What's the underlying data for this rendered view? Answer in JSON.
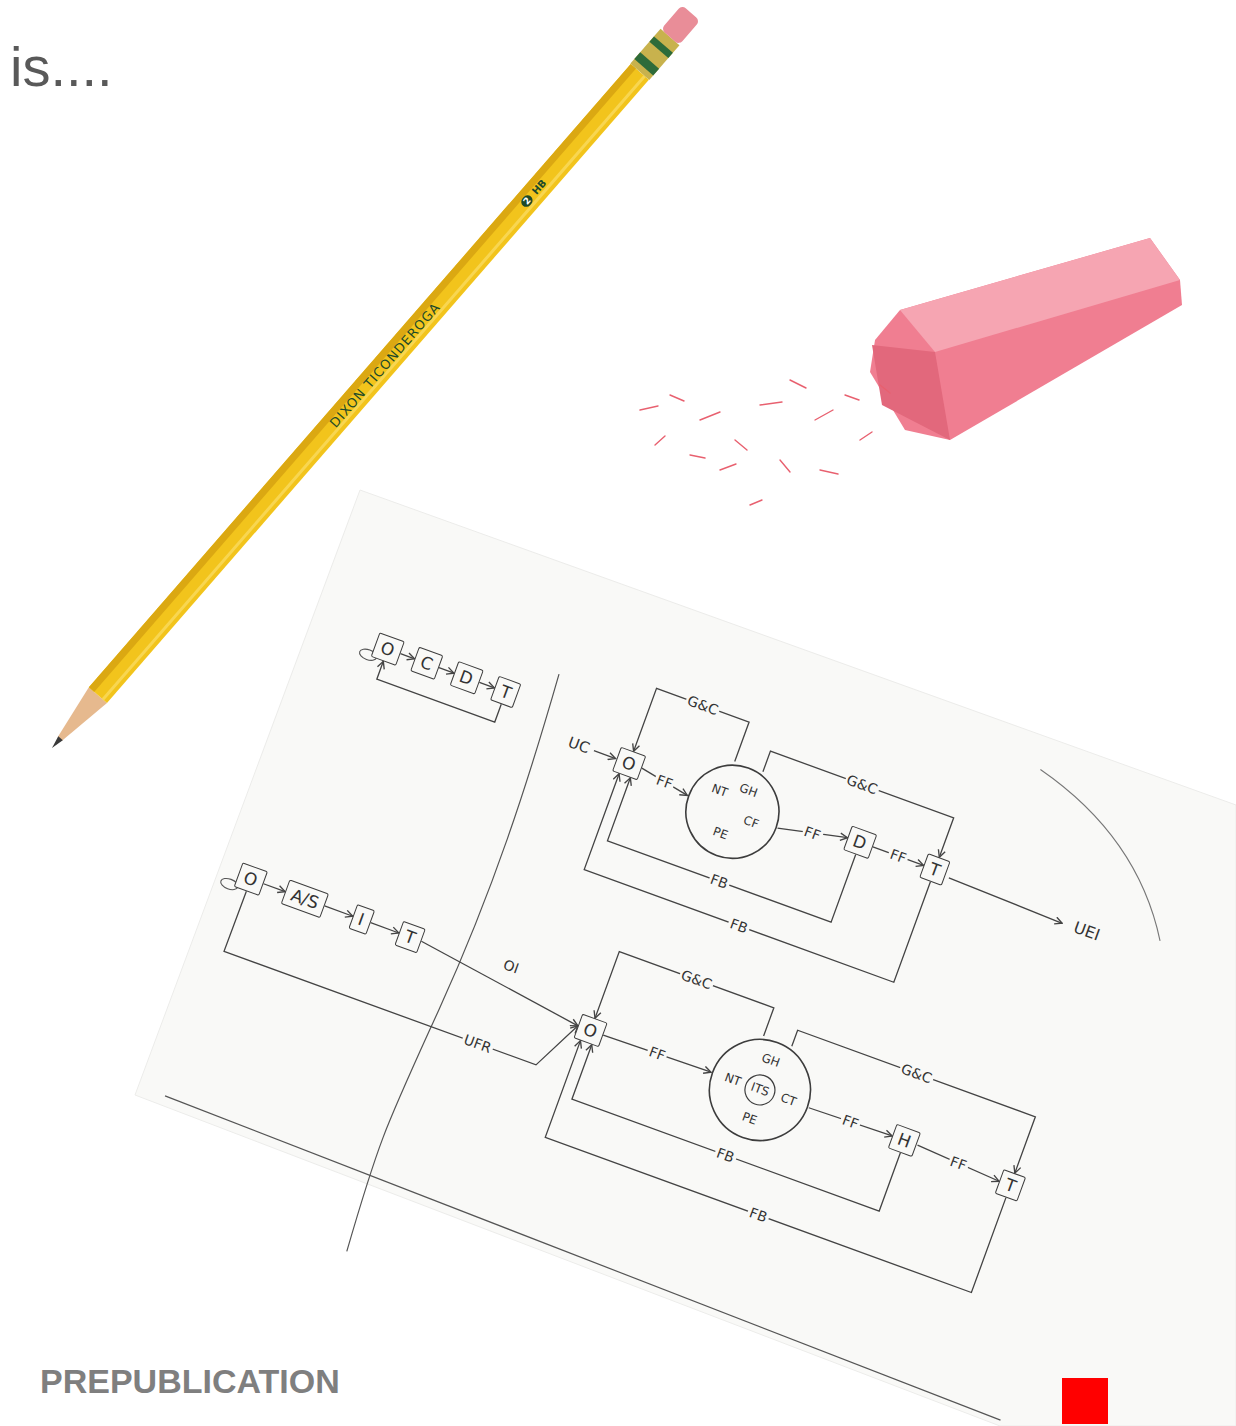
{
  "diagram": {
    "title": "is....",
    "nodes": [
      {
        "text": [
          "O"
        ]
      },
      {
        "text": [
          "C"
        ]
      },
      {
        "text": [
          "D"
        ]
      },
      {
        "text": [
          "T"
        ]
      },
      {
        "text": [
          "O"
        ]
      },
      {
        "text": [
          "NT",
          "GH",
          "CF",
          "PE"
        ]
      },
      {
        "text": [
          "D"
        ]
      },
      {
        "text": [
          "T"
        ]
      },
      {
        "text": [
          "O"
        ]
      },
      {
        "text": [
          "A/S"
        ]
      },
      {
        "text": [
          "I"
        ]
      },
      {
        "text": [
          "T"
        ]
      },
      {
        "text": [
          "O"
        ]
      },
      {
        "text": [
          "GH",
          "NT",
          "ITS",
          "CT",
          "PE"
        ]
      },
      {
        "text": [
          "H"
        ]
      },
      {
        "text": [
          "T"
        ]
      }
    ],
    "edges": [
      {
        "from": 0,
        "to": 1,
        "arrow": "to"
      },
      {
        "from": 1,
        "to": 2,
        "arrow": "to"
      },
      {
        "from": 2,
        "to": 3,
        "arrow": "to"
      },
      {
        "from": 3,
        "to": 0,
        "arrow": "to"
      },
      {
        "from": 4,
        "to": 5,
        "label": "FF",
        "arrow": "to"
      },
      {
        "from": 5,
        "to": 6,
        "label": "FF",
        "arrow": "to"
      },
      {
        "from": 6,
        "to": 7,
        "label": "FF",
        "arrow": "to"
      },
      {
        "from": 6,
        "to": 4,
        "label": "FB",
        "arrow": "to"
      },
      {
        "from": 7,
        "to": 4,
        "label": "FB",
        "arrow": "to"
      },
      {
        "from": 5,
        "to": 4,
        "label": "G&C",
        "arrow": "to"
      },
      {
        "from": 5,
        "to": 7,
        "label": "G&C",
        "arrow": "to"
      },
      {
        "from": 8,
        "to": 9,
        "arrow": "to"
      },
      {
        "from": 9,
        "to": 10,
        "arrow": "to"
      },
      {
        "from": 10,
        "to": 11,
        "arrow": "to"
      },
      {
        "from": 11,
        "to": 12,
        "label": "OI",
        "arrow": "to"
      },
      {
        "from": 8,
        "to": 12,
        "label": "UFR",
        "arrow": "to"
      },
      {
        "from": 12,
        "to": 13,
        "label": "FF",
        "arrow": "to"
      },
      {
        "from": 13,
        "to": 14,
        "label": "FF",
        "arrow": "to"
      },
      {
        "from": 14,
        "to": 15,
        "label": "FF",
        "arrow": "to"
      },
      {
        "from": 14,
        "to": 12,
        "label": "FB",
        "arrow": "to"
      },
      {
        "from": 15,
        "to": 12,
        "label": "FB",
        "arrow": "to"
      },
      {
        "from": 13,
        "to": 12,
        "label": "G&C",
        "arrow": "to"
      },
      {
        "from": 13,
        "to": 15,
        "label": "G&C",
        "arrow": "to"
      }
    ],
    "labels": [
      "UC",
      "UEI",
      "DIXON TICONDEROGA",
      "2",
      "HB",
      "PREPUBLICATION"
    ]
  }
}
